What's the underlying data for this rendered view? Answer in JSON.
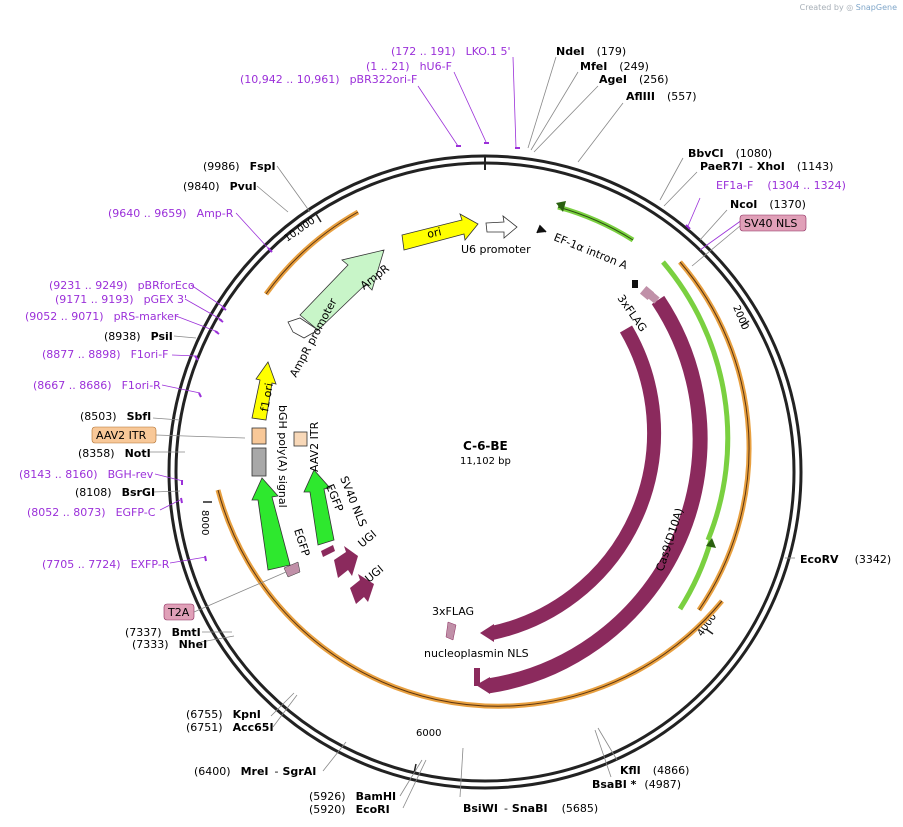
{
  "credit": {
    "prefix": "Created by",
    "brand": "SnapGene"
  },
  "map": {
    "name": "C-6-BE",
    "size": "11,102 bp"
  },
  "ticks": [
    "2000",
    "4000",
    "6000",
    "8000",
    "10,000"
  ],
  "sites": [
    {
      "name": "NdeI",
      "coord": "(179)"
    },
    {
      "name": "MfeI",
      "coord": "(249)"
    },
    {
      "name": "AgeI",
      "coord": "(256)"
    },
    {
      "name": "AflIII",
      "coord": "(557)"
    },
    {
      "name": "BbvCI",
      "coord": "(1080)"
    },
    {
      "name": "PaeR7I",
      "sep": "-",
      "name2": "XhoI",
      "coord": "(1143)"
    },
    {
      "name": "NcoI",
      "coord": "(1370)"
    },
    {
      "name": "EcoRV",
      "coord": "(3342)"
    },
    {
      "name": "KflI",
      "coord": "(4866)"
    },
    {
      "name": "BsaBI *",
      "coord": "(4987)"
    },
    {
      "name": "BsiWI",
      "sep": "-",
      "name2": "SnaBI",
      "coord": "(5685)"
    },
    {
      "name": "BamHI",
      "coord": "(5926)"
    },
    {
      "name": "EcoRI",
      "coord": "(5920)"
    },
    {
      "name": "MreI",
      "sep": "-",
      "name2": "SgrAI",
      "coord": "(6400)"
    },
    {
      "name": "KpnI",
      "coord": "(6755)"
    },
    {
      "name": "Acc65I",
      "coord": "(6751)"
    },
    {
      "name": "BmtI",
      "coord": "(7337)"
    },
    {
      "name": "NheI",
      "coord": "(7333)"
    },
    {
      "name": "BsrGI",
      "coord": "(8108)"
    },
    {
      "name": "NotI",
      "coord": "(8358)"
    },
    {
      "name": "SbfI",
      "coord": "(8503)"
    },
    {
      "name": "PsiI",
      "coord": "(8938)"
    },
    {
      "name": "PvuI",
      "coord": "(9840)"
    },
    {
      "name": "FspI",
      "coord": "(9986)"
    }
  ],
  "primers": [
    {
      "range": "(172 .. 191)",
      "name": "LKO.1 5'"
    },
    {
      "range": "(1 .. 21)",
      "name": "hU6-F"
    },
    {
      "range": "(10,942 .. 10,961)",
      "name": "pBR322ori-F"
    },
    {
      "range": "(1304 .. 1324)",
      "name": "EF1a-F"
    },
    {
      "range": "(9640 .. 9659)",
      "name": "Amp-R"
    },
    {
      "range": "(9231 .. 9249)",
      "name": "pBRforEco"
    },
    {
      "range": "(9171 .. 9193)",
      "name": "pGEX 3'"
    },
    {
      "range": "(9052 .. 9071)",
      "name": "pRS-marker"
    },
    {
      "range": "(8877 .. 8898)",
      "name": "F1ori-F"
    },
    {
      "range": "(8667 .. 8686)",
      "name": "F1ori-R"
    },
    {
      "range": "(8143 .. 8160)",
      "name": "BGH-rev"
    },
    {
      "range": "(8052 .. 8073)",
      "name": "EGFP-C"
    },
    {
      "range": "(7705 .. 7724)",
      "name": "EXFP-R"
    }
  ],
  "boxed_labels": {
    "sv40_nls": "SV40 NLS",
    "aav2_itr": "AAV2 ITR",
    "t2a": "T2A"
  },
  "features": {
    "ori": "ori",
    "u6_promoter": "U6 promoter",
    "ef1a_intron": "EF-1α intron A",
    "ampr": "AmpR",
    "ampr_promoter": "AmpR promoter",
    "f1_ori": "f1 ori",
    "bgh": "bGH poly(A) signal",
    "aav2_itr": "AAV2 ITR",
    "sv40_nls_egfp": "SV40 NLS",
    "egfp_inner": "EGFP",
    "egfp_outer": "EGFP",
    "ugi1": "UGI",
    "ugi2": "UGI",
    "flag1": "3xFLAG",
    "flag2": "3xFLAG",
    "cas9": "Cas9",
    "cas9_d10a": "Cas9(D10A)",
    "np_nls": "nucleoplasmin NLS"
  },
  "colors": {
    "primer": "#9b30d9",
    "cas9": "#8b2a5d",
    "ori": "#ffff00",
    "egfp": "#2ee82e",
    "ampr": "#c8f5c8",
    "orange_arc": "#e8a040",
    "green_arc": "#7ad040",
    "boxed": "#e0a0b8"
  }
}
